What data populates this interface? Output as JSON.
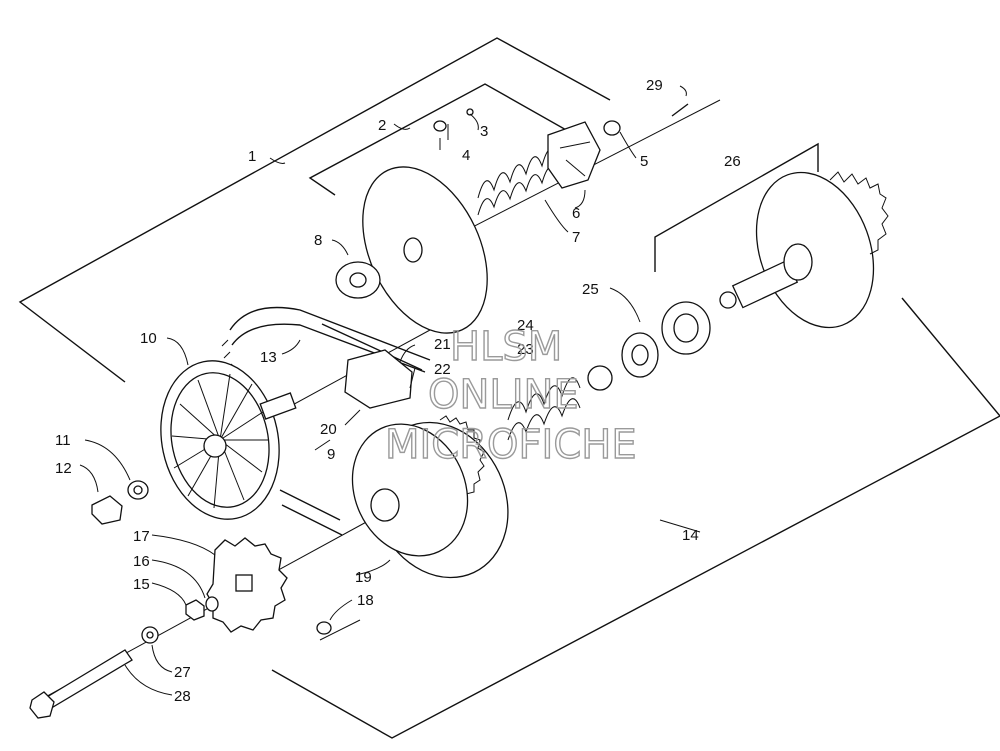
{
  "watermark": {
    "line1": "HLSM",
    "line2": "ONLINE",
    "line3": "MICROFICHE",
    "color": "#9a9a9a"
  },
  "callouts": [
    "1",
    "2",
    "3",
    "4",
    "5",
    "6",
    "7",
    "8",
    "9",
    "10",
    "11",
    "12",
    "13",
    "14",
    "15",
    "16",
    "17",
    "18",
    "19",
    "20",
    "21",
    "22",
    "23",
    "24",
    "25",
    "26",
    "27",
    "28",
    "29"
  ]
}
